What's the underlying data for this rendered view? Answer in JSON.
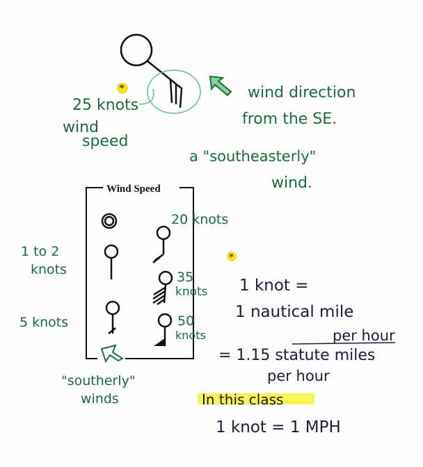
{
  "top": {
    "speed_value": "25 knots",
    "speed_line1": "wind",
    "speed_line2": "speed",
    "direction_line1": "wind direction",
    "direction_line2": "from the SE.",
    "name_line1": "a \"southeasterly\"",
    "name_line2": "wind."
  },
  "legend": {
    "title": "Wind Speed",
    "label_20": "20 knots",
    "label_35_num": "35",
    "label_35_unit": "knots",
    "label_50_num": "50",
    "label_50_unit": "knots",
    "label_1to2_line1": "1 to 2",
    "label_1to2_line2": "knots",
    "label_5": "5 knots",
    "southerly_line1": "\"southerly\"",
    "southerly_line2": "winds"
  },
  "notes": {
    "line1": "1 knot =",
    "line2": "1 nautical mile",
    "line3": "per hour",
    "line4": "= 1.15 statute miles",
    "line5": "per hour",
    "highlight": "In this class",
    "line6": "1 knot = 1 MPH"
  },
  "colors": {
    "green_ink": "#1d6b3c",
    "dark_ink": "#1c1c3c",
    "highlight": "#f6f23a",
    "star_highlight": "#f8e21a"
  }
}
